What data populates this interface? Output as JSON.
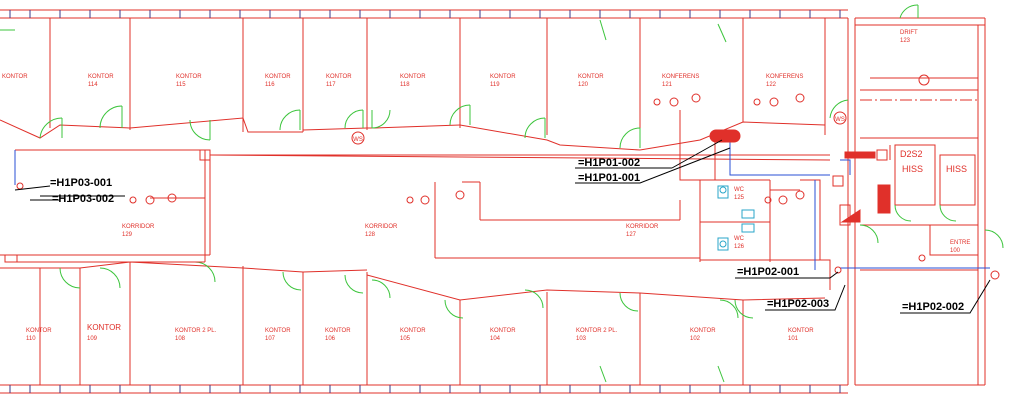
{
  "rooms_top": [
    {
      "name": "KONTOR",
      "num": ""
    },
    {
      "name": "KONTOR",
      "num": "114"
    },
    {
      "name": "KONTOR",
      "num": "115"
    },
    {
      "name": "KONTOR",
      "num": "116"
    },
    {
      "name": "KONTOR",
      "num": "117"
    },
    {
      "name": "KONTOR",
      "num": "118"
    },
    {
      "name": "KONTOR",
      "num": "119"
    },
    {
      "name": "KONTOR",
      "num": "120"
    },
    {
      "name": "KONFERENS",
      "num": "121"
    },
    {
      "name": "KONFERENS",
      "num": "122"
    }
  ],
  "rooms_bottom": [
    {
      "name": "KONTOR",
      "num": "110"
    },
    {
      "name": "KONTOR",
      "num": "109"
    },
    {
      "name": "KONTOR 2 PL.",
      "num": "108"
    },
    {
      "name": "KONTOR",
      "num": "107"
    },
    {
      "name": "KONTOR",
      "num": "106"
    },
    {
      "name": "KONTOR",
      "num": "105"
    },
    {
      "name": "KONTOR",
      "num": "104"
    },
    {
      "name": "KONTOR 2 PL.",
      "num": "103"
    },
    {
      "name": "KONTOR",
      "num": "102"
    },
    {
      "name": "KONTOR",
      "num": "101"
    }
  ],
  "corridors": [
    {
      "name": "KORRIDOR",
      "num": "129"
    },
    {
      "name": "KORRIDOR",
      "num": "128"
    },
    {
      "name": "KORRIDOR",
      "num": "127"
    }
  ],
  "special": {
    "drift": {
      "name": "DRIFT",
      "num": "123"
    },
    "wc1": {
      "name": "WC",
      "num": "125"
    },
    "wc2": {
      "name": "WC",
      "num": "126"
    },
    "entre": {
      "name": "ENTRE",
      "num": "100"
    },
    "stair": "D2S2",
    "hiss1": "HISS",
    "hiss2": "HISS",
    "ws1": "WS",
    "ws2": "WS"
  },
  "tags": {
    "h1p03_001": "=H1P03-001",
    "h1p03_002": "=H1P03-002",
    "h1p01_002": "=H1P01-002",
    "h1p01_001": "=H1P01-001",
    "h1p02_001": "=H1P02-001",
    "h1p02_003": "=H1P02-003",
    "h1p02_002": "=H1P02-002"
  },
  "colors": {
    "walls": "#e0302a",
    "doors": "#3cc43c",
    "pipes": "#2a4fd6",
    "labels": "#000000"
  }
}
